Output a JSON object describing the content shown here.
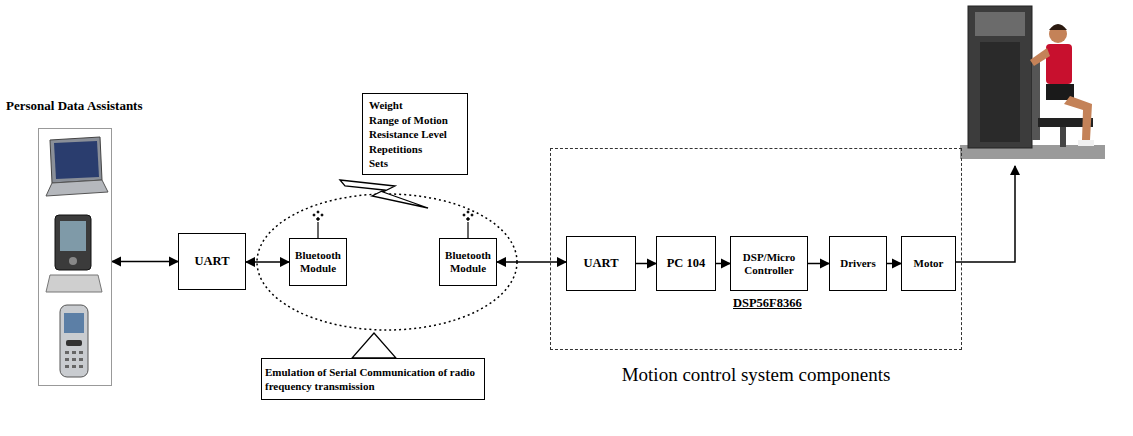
{
  "diagram": {
    "nodes": [
      {
        "text": [
          "Personal Data Assistants"
        ]
      },
      {
        "text": [
          "Weight",
          "Range of Motion",
          "Resistance Level",
          "Repetitions",
          "Sets"
        ]
      },
      {
        "text": [
          "UART"
        ]
      },
      {
        "text": [
          "Bluetooth Module"
        ]
      },
      {
        "text": [
          "Bluetooth Module"
        ]
      },
      {
        "text": [
          "Emulation of Serial Communication of radio frequency transmission"
        ]
      },
      {
        "text": [
          "Motion control system components"
        ]
      },
      {
        "text": [
          "UART"
        ],
        "in": 6
      },
      {
        "text": [
          "PC 104"
        ],
        "in": 6
      },
      {
        "text": [
          "DSP/Micro Controller"
        ],
        "in": 6
      },
      {
        "text": [
          "Drivers"
        ],
        "in": 6
      },
      {
        "text": [
          "Motor"
        ],
        "in": 6
      }
    ],
    "edges": [
      {
        "from": 0,
        "to": 2,
        "arrow": "both"
      },
      {
        "from": 2,
        "to": 3,
        "arrow": "both"
      },
      {
        "from": 4,
        "to": 7,
        "arrow": "both"
      },
      {
        "from": 7,
        "to": 8,
        "arrow": "to"
      },
      {
        "from": 8,
        "to": 9,
        "arrow": "to"
      },
      {
        "from": 9,
        "to": 10,
        "arrow": "to"
      },
      {
        "from": 10,
        "to": 11,
        "arrow": "to"
      }
    ],
    "labels": [
      "DSP56F8366"
    ]
  }
}
